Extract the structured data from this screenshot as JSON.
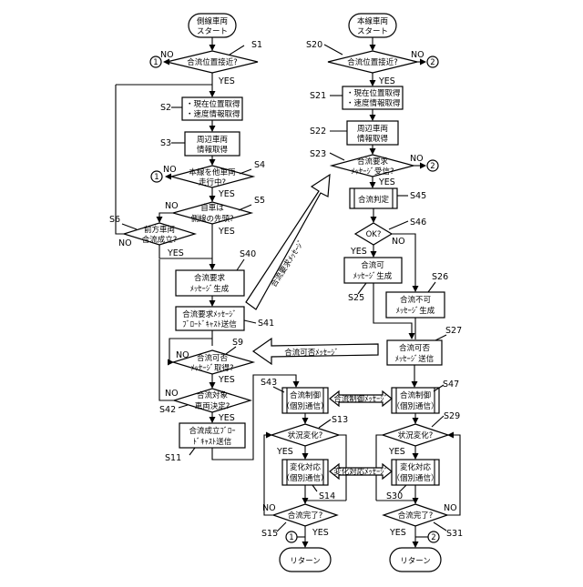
{
  "terminals": {
    "start_side": [
      "側線車両",
      "スタート"
    ],
    "start_main": [
      "本線車両",
      "スタート"
    ],
    "return_left": "リターン",
    "return_right": "リターン"
  },
  "left_flow": {
    "s1": "合流位置接近?",
    "s2": [
      "・現在位置取得",
      "・速度情報取得"
    ],
    "s3": [
      "周辺車両",
      "情報取得"
    ],
    "s4": [
      "本線を他車両",
      "走行中?"
    ],
    "s5": [
      "自車は",
      "側線の先頭?"
    ],
    "s6": [
      "前方車両",
      "合流成立?"
    ],
    "s40": [
      "合流要求",
      "ﾒｯｾｰｼﾞ生成"
    ],
    "s41": [
      "合流要求ﾒｯｾｰｼﾞ",
      "ﾌﾞﾛｰﾄﾞｷｬｽﾄ送信"
    ],
    "s9": [
      "合流可否",
      "ﾒｯｾｰｼﾞ取得?"
    ],
    "s42": [
      "合流対象",
      "車両決定?"
    ],
    "s11": [
      "合流成立ﾌﾞﾛｰ",
      "ﾄﾞｷｬｽﾄ送信"
    ],
    "s43": [
      "合流制御",
      "（個別通信）"
    ],
    "s13": "状況変化?",
    "s14": [
      "変化対応",
      "（個別通信）"
    ],
    "s15": "合流完了?"
  },
  "right_flow": {
    "s20": "合流位置接近?",
    "s21": [
      "・現在位置取得",
      "・速度情報取得"
    ],
    "s22": [
      "周辺車両",
      "情報取得"
    ],
    "s23": [
      "合流要求",
      "ﾒｯｾｰｼﾞ受信?"
    ],
    "s45": "合流判定",
    "s46": "OK?",
    "s25": [
      "合流可",
      "ﾒｯｾｰｼﾞ生成"
    ],
    "s26": [
      "合流不可",
      "ﾒｯｾｰｼﾞ生成"
    ],
    "s27": [
      "合流可否",
      "ﾒｯｾｰｼﾞ送信"
    ],
    "s47": [
      "合流制御",
      "（個別通信）"
    ],
    "s29": "状況変化?",
    "s30": [
      "変化対応",
      "（個別通信）"
    ],
    "s31": "合流完了?"
  },
  "messages": {
    "request": "合流要求ﾒｯｾｰｼﾞ",
    "reply": "合流可否ﾒｯｾｰｼﾞ",
    "control": "合流制御ﾒｯｾｰｼﾞ",
    "change": "変化対応ﾒｯｾｰｼﾞ"
  },
  "connectors": {
    "one": "1",
    "two": "2"
  },
  "answers": {
    "yes": "YES",
    "no": "NO"
  },
  "step_ids": {
    "S1": "S1",
    "S2": "S2",
    "S3": "S3",
    "S4": "S4",
    "S5": "S5",
    "S6": "S6",
    "S40": "S40",
    "S41": "S41",
    "S9": "S9",
    "S42": "S42",
    "S11": "S11",
    "S43": "S43",
    "S13": "S13",
    "S14": "S14",
    "S15": "S15",
    "S20": "S20",
    "S21": "S21",
    "S22": "S22",
    "S23": "S23",
    "S45": "S45",
    "S46": "S46",
    "S25": "S25",
    "S26": "S26",
    "S27": "S27",
    "S47": "S47",
    "S29": "S29",
    "S30": "S30",
    "S31": "S31"
  }
}
